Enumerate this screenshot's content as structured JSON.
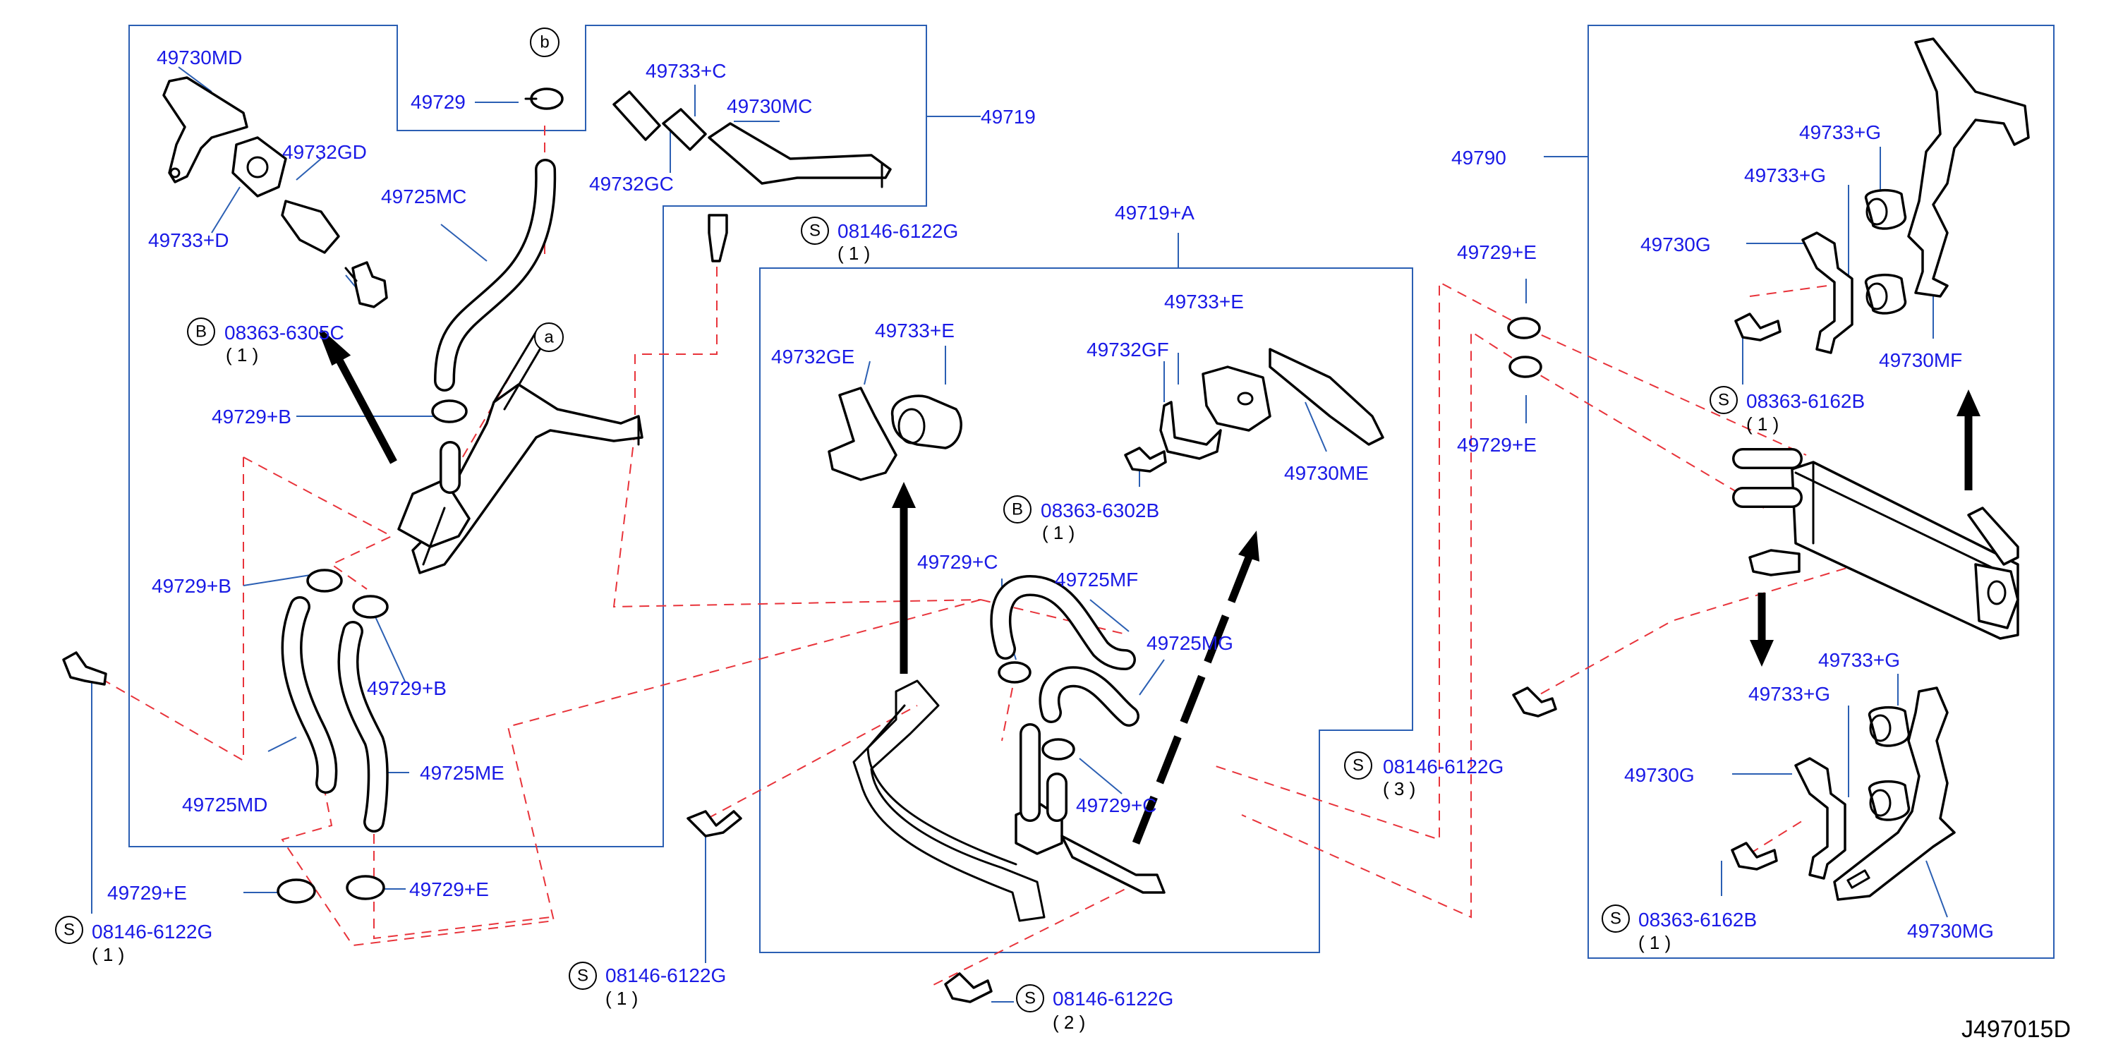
{
  "diagram_code": "J497015D",
  "labels": {
    "l_49730MD": "49730MD",
    "l_49729": "49729",
    "l_49733C": "49733+C",
    "l_49730MC": "49730MC",
    "l_49719": "49719",
    "l_49732GD": "49732GD",
    "l_49732GC": "49732GC",
    "l_49725MC": "49725MC",
    "l_49733D": "49733+D",
    "l_08363_6305C": "08363-6305C",
    "l_49729B_1": "49729+B",
    "l_49729B_2": "49729+B",
    "l_49729B_3": "49729+B",
    "l_49725MD": "49725MD",
    "l_49725ME": "49725ME",
    "l_49729E_1": "49729+E",
    "l_49729E_2": "49729+E",
    "l_08146_a": "08146-6122G",
    "l_08146_b": "08146-6122G",
    "l_08146_c": "08146-6122G",
    "l_08146_d": "08146-6122G",
    "l_08146_e": "08146-6122G",
    "l_49719A": "49719+A",
    "l_49732GE": "49732GE",
    "l_49733E_1": "49733+E",
    "l_49732GF": "49732GF",
    "l_49733E_2": "49733+E",
    "l_49730ME": "49730ME",
    "l_08363_6302B": "08363-6302B",
    "l_49729C_1": "49729+C",
    "l_49725MF": "49725MF",
    "l_49725MG": "49725MG",
    "l_49729C_2": "49729+C",
    "l_49729E_3": "49729+E",
    "l_49729E_4": "49729+E",
    "l_49790": "49790",
    "l_49733G_1": "49733+G",
    "l_49733G_2": "49733+G",
    "l_49730G_1": "49730G",
    "l_49730MF": "49730MF",
    "l_08363_6162B_1": "08363-6162B",
    "l_49733G_3": "49733+G",
    "l_49733G_4": "49733+G",
    "l_49730G_2": "49730G",
    "l_08363_6162B_2": "08363-6162B",
    "l_49730MG": "49730MG"
  },
  "quantities": {
    "q1": "( 1 )",
    "q2": "( 1 )",
    "q3": "( 1 )",
    "q4": "( 1 )",
    "q5": "( 1 )",
    "q6": "( 2 )",
    "q7": "( 3 )",
    "q8": "( 1 )",
    "q9": "( 1 )"
  },
  "callouts": {
    "a": "a",
    "b": "b",
    "B": "B",
    "S": "S"
  }
}
